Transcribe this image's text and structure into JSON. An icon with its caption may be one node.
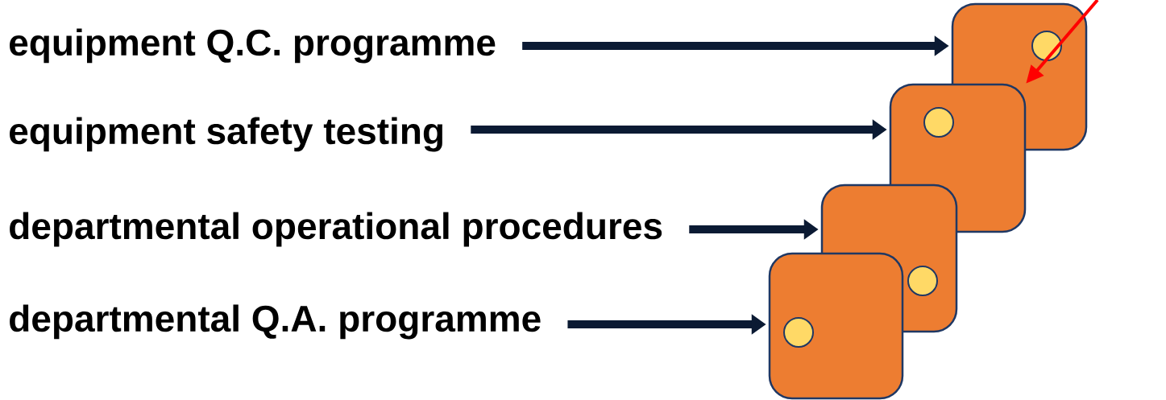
{
  "diagram": {
    "nodes": [
      {
        "text": [
          "equipment Q.C. programme"
        ]
      },
      {
        "text": [
          "equipment safety testing"
        ]
      },
      {
        "text": [
          "departmental operational procedures"
        ]
      },
      {
        "text": [
          "departmental Q.A. programme"
        ]
      },
      {
        "text": [],
        "shape": "box"
      },
      {
        "text": [],
        "shape": "box"
      },
      {
        "text": [],
        "shape": "box"
      },
      {
        "text": [],
        "shape": "box"
      }
    ],
    "edges": [
      {
        "from": 0,
        "to": 7,
        "arrow": "to"
      },
      {
        "from": 1,
        "to": 6,
        "arrow": "to"
      },
      {
        "from": 2,
        "to": 5,
        "arrow": "to"
      },
      {
        "from": 3,
        "to": 4,
        "arrow": "to"
      },
      {
        "from": null,
        "to": 6,
        "arrow": "to",
        "color": "#ff0000"
      }
    ]
  }
}
